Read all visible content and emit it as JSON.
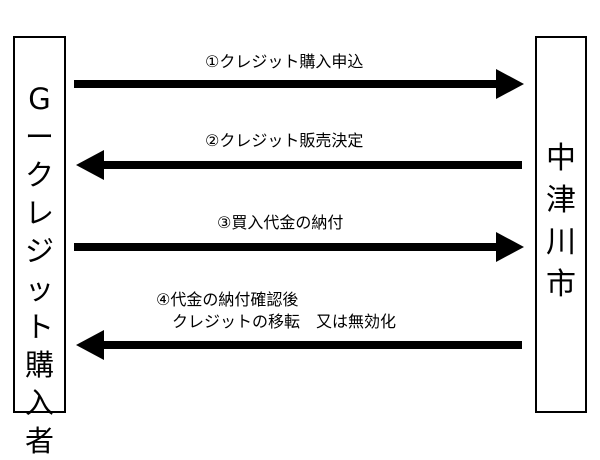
{
  "left_party": {
    "name": "Gークレジット購入者"
  },
  "right_party": {
    "name": "中津川市"
  },
  "steps": [
    {
      "label": "①クレジット購入申込",
      "direction": "right"
    },
    {
      "label": "②クレジット販売決定",
      "direction": "left"
    },
    {
      "label": "③買入代金の納付",
      "direction": "right"
    },
    {
      "label_line1": "④代金の納付確認後",
      "label_line2": "クレジットの移転　又は無効化",
      "direction": "left"
    }
  ],
  "colors": {
    "line": "#000000",
    "background": "#ffffff"
  }
}
